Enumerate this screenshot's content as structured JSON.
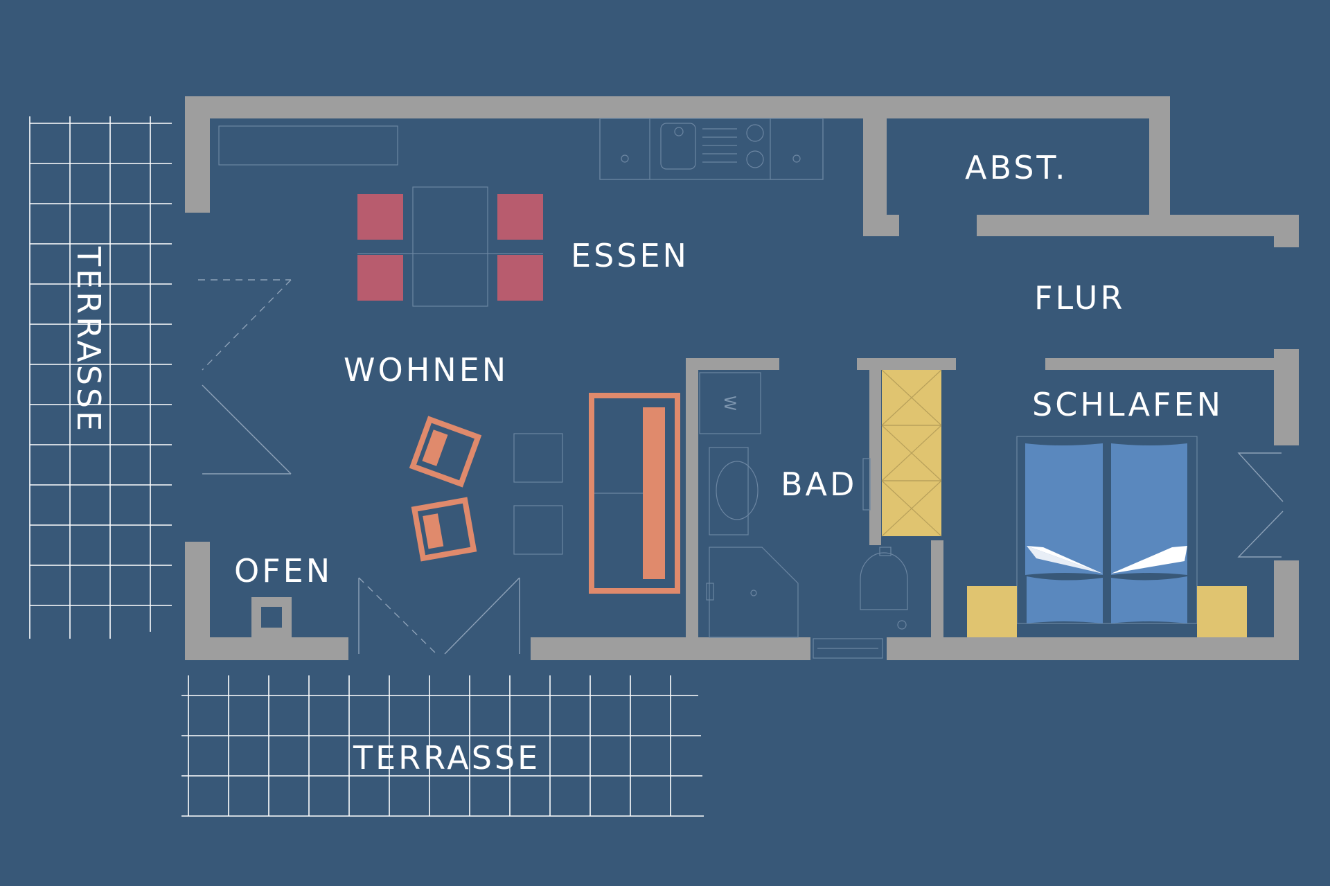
{
  "rooms": {
    "abstellraum": "ABST.",
    "essen": "ESSEN",
    "flur": "FLUR",
    "wohnen": "WOHNEN",
    "schlafen": "SCHLAFEN",
    "bad": "BAD",
    "ofen": "OFEN",
    "terrasse_west": "TERRASSE",
    "terrasse_sued": "TERRASSE"
  },
  "fixtures": {
    "washing_machine_mark": "W"
  },
  "colors": {
    "background": "#385878",
    "walls": "#9e9e9e",
    "chairs": "#b85c6e",
    "sofa": "#e08a6c",
    "wardrobe": "#e0c470",
    "bed": "#5a88be",
    "grid_lines": "#ffffff"
  }
}
